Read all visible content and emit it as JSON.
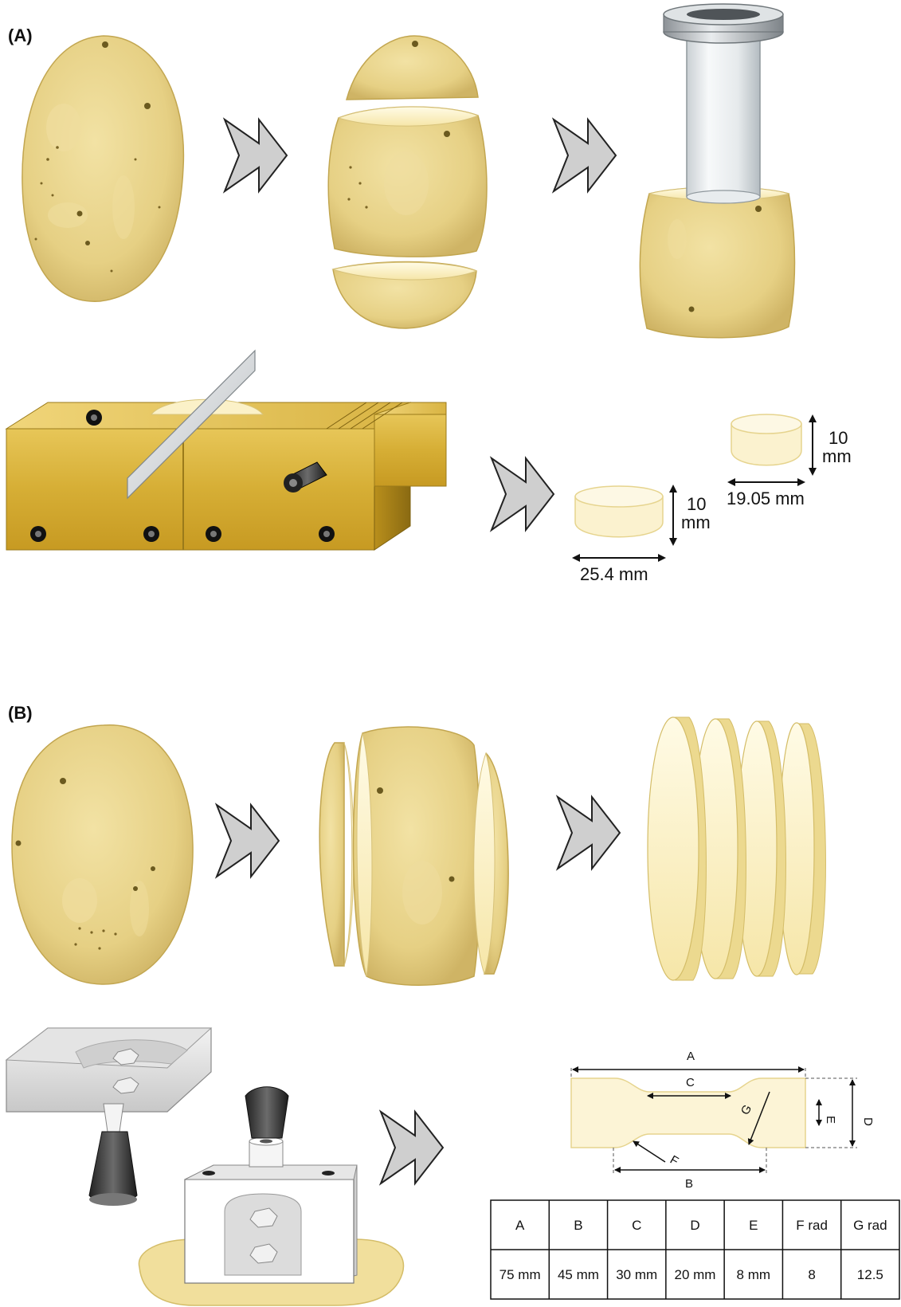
{
  "panels": {
    "a_label": "(A)",
    "b_label": "(B)"
  },
  "panel_a": {
    "large_disc": {
      "height_value": "10",
      "height_unit": "mm",
      "diameter": "25.4 mm"
    },
    "small_disc": {
      "height_value": "10",
      "height_unit": "mm",
      "diameter": "19.05 mm"
    }
  },
  "panel_b": {
    "dog_bone_labels": {
      "A": "A",
      "B": "B",
      "C": "C",
      "D": "D",
      "E": "E",
      "F": "F",
      "G": "G"
    },
    "table": {
      "headers": [
        "A",
        "B",
        "C",
        "D",
        "E",
        "F rad",
        "G rad"
      ],
      "values": [
        "75 mm",
        "45 mm",
        "30 mm",
        "20 mm",
        "8 mm",
        "8",
        "12.5"
      ]
    }
  },
  "colors": {
    "potato_skin": "#e9d58c",
    "potato_flesh": "#fbf1c8",
    "arrow_fill": "#cfcfcf",
    "slicer_gold": "#d9b53a",
    "jig_grey": "#d8d8d8"
  }
}
